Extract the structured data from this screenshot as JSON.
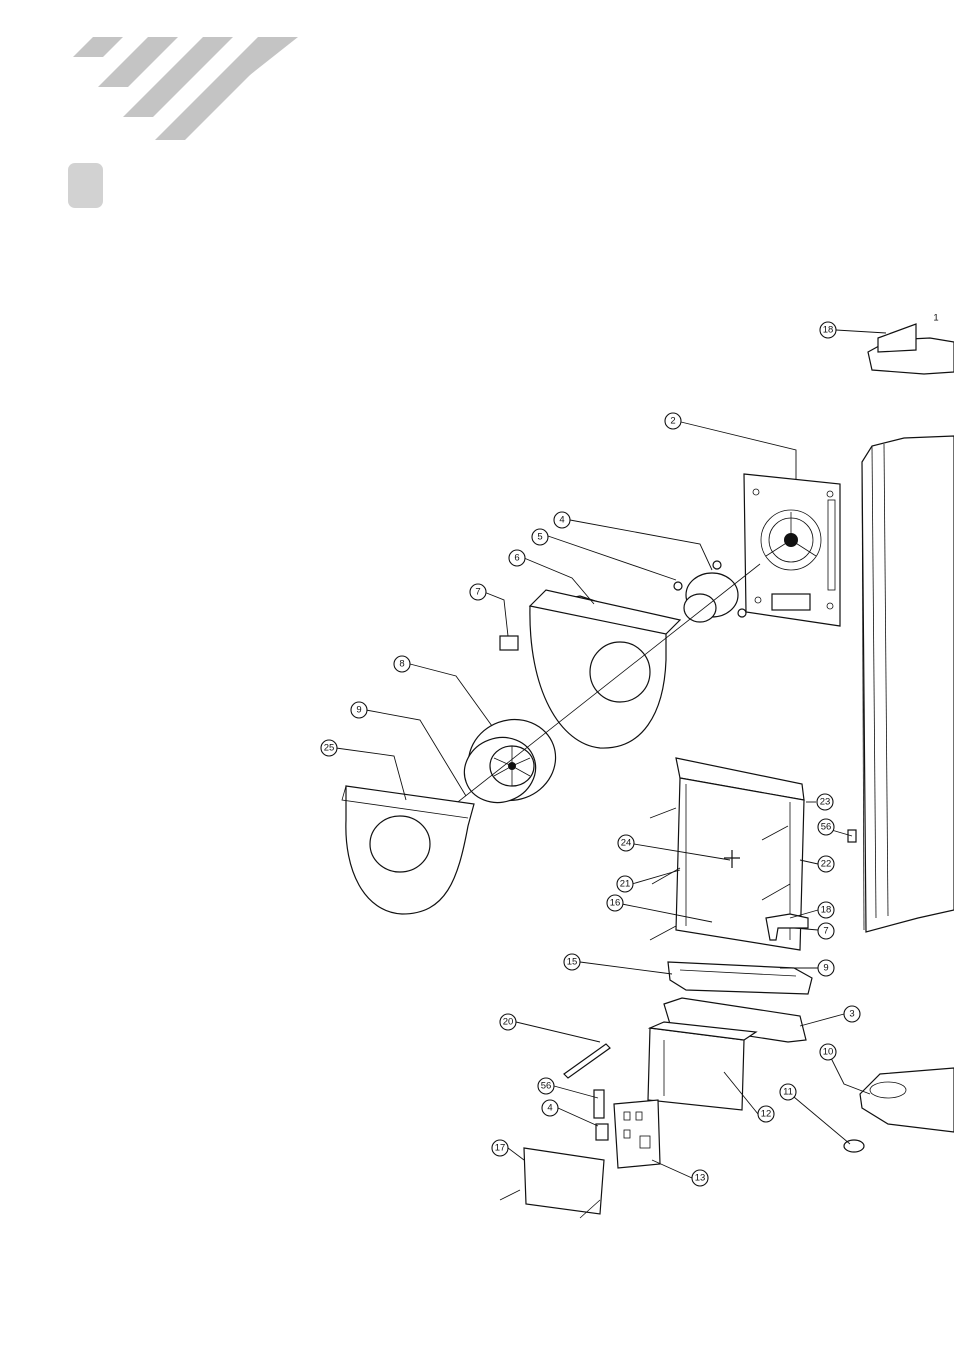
{
  "colors": {
    "stripe": "#c4c4c4",
    "badge": "#d2d2d2",
    "line": "#111111"
  },
  "diagram": {
    "type": "exploded-parts-view",
    "callouts": [
      {
        "id": "c18a",
        "label": "18"
      },
      {
        "id": "c2",
        "label": "2"
      },
      {
        "id": "c4a",
        "label": "4"
      },
      {
        "id": "c5",
        "label": "5"
      },
      {
        "id": "c6",
        "label": "6"
      },
      {
        "id": "c7a",
        "label": "7"
      },
      {
        "id": "c8",
        "label": "8"
      },
      {
        "id": "c9a",
        "label": "9"
      },
      {
        "id": "c25",
        "label": "25"
      },
      {
        "id": "c23",
        "label": "23"
      },
      {
        "id": "c56a",
        "label": "56"
      },
      {
        "id": "c24",
        "label": "24"
      },
      {
        "id": "c22",
        "label": "22"
      },
      {
        "id": "c21",
        "label": "21"
      },
      {
        "id": "c16",
        "label": "16"
      },
      {
        "id": "c18b",
        "label": "18"
      },
      {
        "id": "c7b",
        "label": "7"
      },
      {
        "id": "c9b",
        "label": "9"
      },
      {
        "id": "c15",
        "label": "15"
      },
      {
        "id": "c3",
        "label": "3"
      },
      {
        "id": "c20",
        "label": "20"
      },
      {
        "id": "c10",
        "label": "10"
      },
      {
        "id": "c56b",
        "label": "56"
      },
      {
        "id": "c11",
        "label": "11"
      },
      {
        "id": "c4b",
        "label": "4"
      },
      {
        "id": "c12",
        "label": "12"
      },
      {
        "id": "c17",
        "label": "17"
      },
      {
        "id": "c13",
        "label": "13"
      },
      {
        "id": "c1",
        "label": "1"
      }
    ]
  }
}
